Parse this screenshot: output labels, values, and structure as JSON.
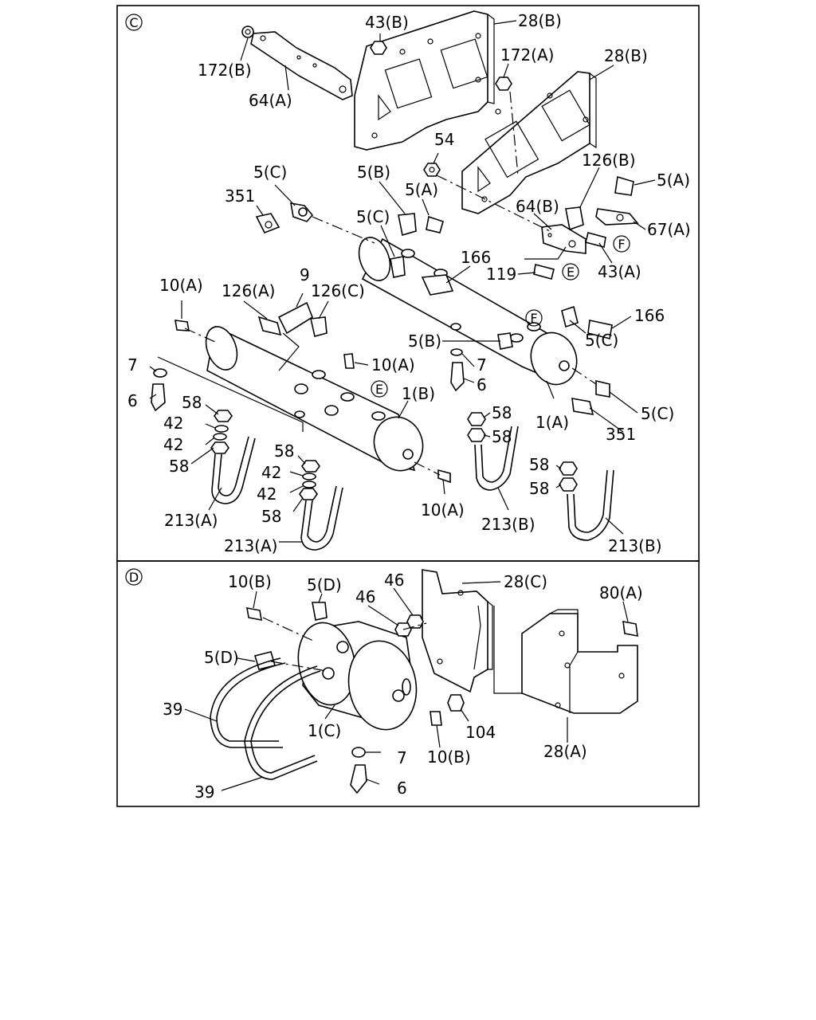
{
  "sections": {
    "c": {
      "marker": "C"
    },
    "d": {
      "marker": "D"
    }
  },
  "markers": {
    "e": "E",
    "f": "F"
  },
  "labels": {
    "p43b": "43(B)",
    "p28b_1": "28(B)",
    "p172b": "172(B)",
    "p172a": "172(A)",
    "p28b_2": "28(B)",
    "p64a": "64(A)",
    "p54": "54",
    "p126b": "126(B)",
    "p5a_1": "5(A)",
    "p5c_1": "5(C)",
    "p5b_1": "5(B)",
    "p5a_2": "5(A)",
    "p351_1": "351",
    "p64b": "64(B)",
    "p67a": "67(A)",
    "p5c_2": "5(C)",
    "p166_1": "166",
    "p43a": "43(A)",
    "p119": "119",
    "p9": "9",
    "p10a_1": "10(A)",
    "p126a": "126(A)",
    "p126c": "126(C)",
    "p166_2": "166",
    "p5c_3": "5(C)",
    "p5b_2": "5(B)",
    "p7_1": "7",
    "p10a_2": "10(A)",
    "p7_2": "7",
    "p6_1": "6",
    "p6_2": "6",
    "p1b": "1(B)",
    "p58_1": "58",
    "p42_1": "42",
    "p42_2": "42",
    "p58_2": "58",
    "p1a": "1(A)",
    "p5c_4": "5(C)",
    "p351_2": "351",
    "p58_3": "58",
    "p58_4": "58",
    "p58_5": "58",
    "p58_6": "58",
    "p58_7": "58",
    "p42_3": "42",
    "p42_4": "42",
    "p58_8": "58",
    "p10a_3": "10(A)",
    "p213a_1": "213(A)",
    "p213a_2": "213(A)",
    "p213b_1": "213(B)",
    "p213b_2": "213(B)",
    "p10b_1": "10(B)",
    "p5d_1": "5(D)",
    "p46_1": "46",
    "p46_2": "46",
    "p28c": "28(C)",
    "p80a": "80(A)",
    "p5d_2": "5(D)",
    "p39_1": "39",
    "p1c": "1(C)",
    "p104": "104",
    "p10b_2": "10(B)",
    "p28a": "28(A)",
    "p7_3": "7",
    "p39_2": "39",
    "p6_3": "6"
  }
}
